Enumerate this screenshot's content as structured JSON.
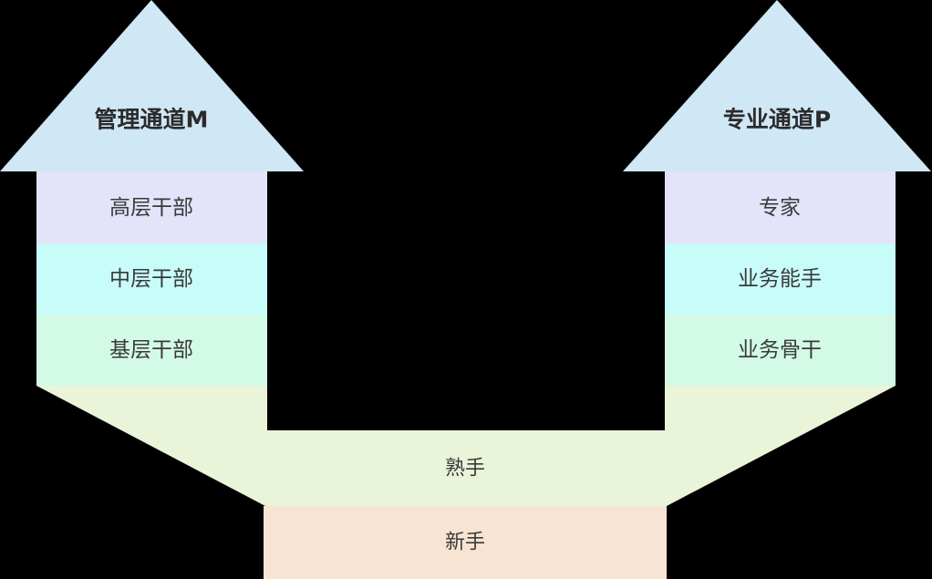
{
  "background": "#000000",
  "colors": {
    "arrow_head": "#D0E7F5",
    "tier_top": "#E3E4FA",
    "tier_mid": "#C8FCF9",
    "tier_low": "#D2FAE7",
    "skilled_band": "#EAF4D9",
    "novice_band": "#F8E4D3",
    "header_text": "#2B2B2B",
    "label_text": "#3A3A3A"
  },
  "left_channel": {
    "title": "管理通道M",
    "levels": [
      "高层干部",
      "中层干部",
      "基层干部"
    ]
  },
  "right_channel": {
    "title": "专业通道P",
    "levels": [
      "专家",
      "业务能手",
      "业务骨干"
    ]
  },
  "base_levels": {
    "skilled": "熟手",
    "novice": "新手"
  }
}
